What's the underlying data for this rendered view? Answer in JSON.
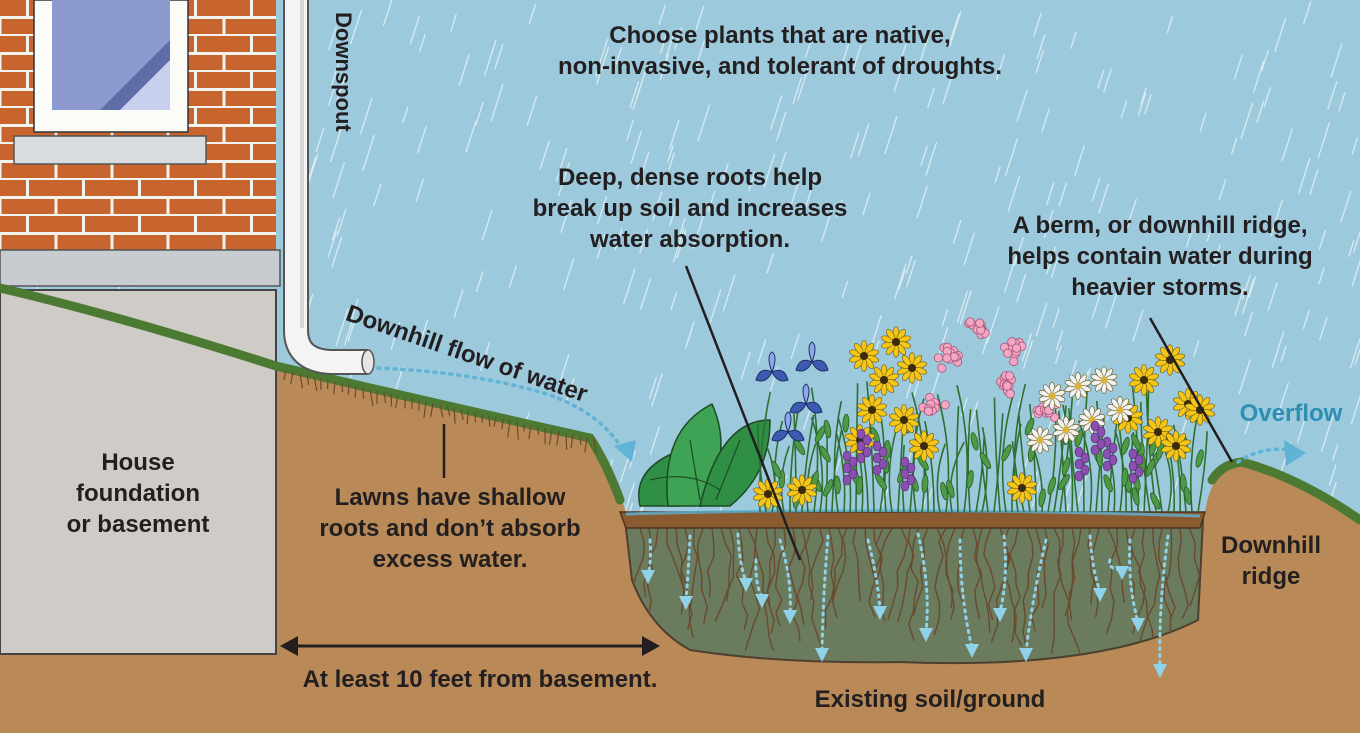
{
  "labels": {
    "plants_tip": [
      "Choose plants that are native,",
      "non-invasive, and tolerant of droughts."
    ],
    "roots_tip": [
      "Deep, dense roots help",
      "break up soil and increases",
      "water absorption."
    ],
    "berm_tip": [
      "A berm, or downhill ridge,",
      "helps contain water during",
      "heavier storms."
    ],
    "downspout": "Downspout",
    "downhill_flow": "Downhill flow of water",
    "overflow": "Overflow",
    "house_foundation": [
      "House",
      "foundation",
      "or basement"
    ],
    "lawn_note": [
      "Lawns have shallow",
      "roots and don’t absorb",
      "excess water."
    ],
    "downhill_ridge": [
      "Downhill",
      "ridge"
    ],
    "distance_note": "At least 10 feet from basement.",
    "existing_soil": "Existing soil/ground"
  },
  "colors": {
    "sky": "#9cc9db",
    "rain": "#e4f1f7",
    "brick": "#c8652e",
    "mortar": "#f2f2ee",
    "foundation": "#cfcbc7",
    "soil": "#b98a57",
    "topsoil": "#8a5a30",
    "grass": "#4c7a33",
    "garden_soil": "#6b7b5e",
    "water": "#5fb3d4",
    "text": "#231f20",
    "overflow_text": "#2c8fb4"
  },
  "icons": [
    "window-icon",
    "downspout-pipe-icon",
    "hosta-plant-icon",
    "iris-flower-icon",
    "daisy-flower-icon",
    "milkweed-flower-icon",
    "coneflower-icon",
    "black-eyed-susan-icon",
    "water-arrow-icon",
    "double-arrow-icon"
  ]
}
